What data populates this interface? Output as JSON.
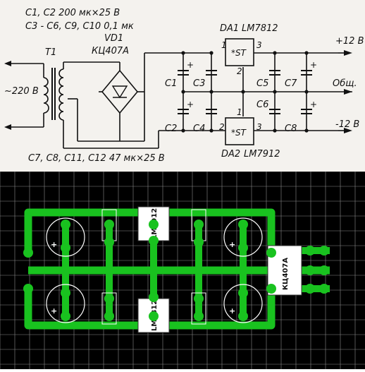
{
  "schematic": {
    "notes": {
      "c1_c2": "C1, C2  200 мк×25 В",
      "c3_c10": "C3 - C6, C9, C10  0,1 мк",
      "c7_c12": "C7, C8, C11, C12  47 мк×25 В"
    },
    "transformer": {
      "ref": "T1",
      "input": "~220 В"
    },
    "bridge": {
      "ref": "VD1",
      "part": "КЦ407А"
    },
    "regulators": {
      "da1": {
        "ref": "DA1",
        "part": "LM7812",
        "pin_in": "1",
        "pin_out": "3",
        "pin_gnd": "2",
        "marking": "*ST"
      },
      "da2": {
        "ref": "DA2",
        "part": "LM7912",
        "pin_in": "1",
        "pin_out": "3",
        "pin_gnd": "2",
        "marking": "*ST"
      }
    },
    "capacitors": [
      "C1",
      "C2",
      "C3",
      "C4",
      "C5",
      "C6",
      "C7",
      "C8"
    ],
    "outputs": {
      "pos": "+12 В",
      "common": "Общ.",
      "neg": "-12 В"
    }
  },
  "pcb": {
    "reg_top": "LM7912",
    "reg_bottom": "LM7812",
    "bridge": "КЦ407А",
    "plus_mark": "+",
    "colors": {
      "trace": "#19c21f",
      "grid": "#8a8a8a",
      "background": "#000000"
    }
  }
}
